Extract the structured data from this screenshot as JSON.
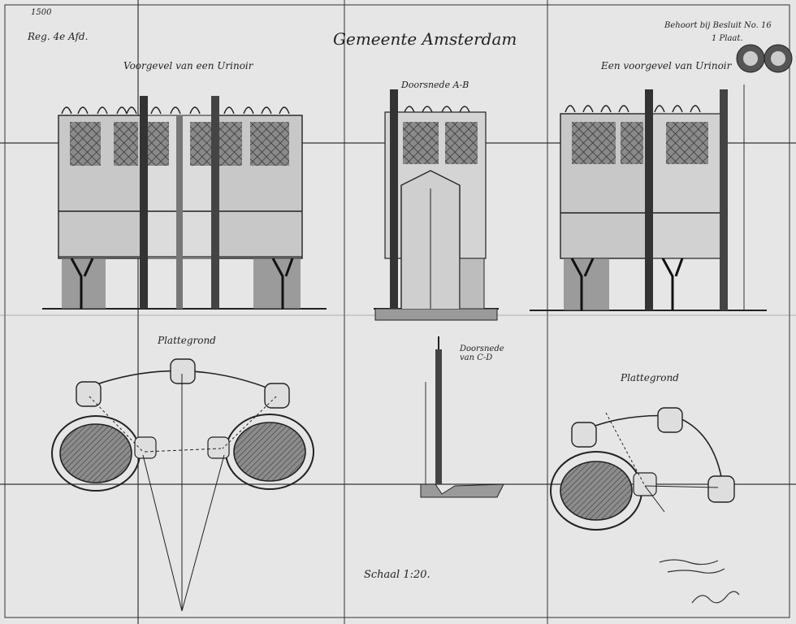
{
  "sheet": {
    "corner_number": "1500",
    "reg_ref": "Reg. 4e Afd.",
    "title": "Gemeente Amsterdam",
    "top_right_ref": "Behoort bij Besluit No. 16",
    "plate": "1 Plaat.",
    "scale": "Schaal 1:20.",
    "signature": "signature"
  },
  "views": {
    "front_left": "Voorgevel van een Urinoir",
    "section": "Doorsnede A-B",
    "front_right": "Een voorgevel van Urinoir",
    "plan_left": "Plattegrond",
    "plan_center": "Doorsnede van C-D",
    "plan_right": "Plattegrond"
  },
  "colors": {
    "paper": "#e6e6e6",
    "ink": "#1c1c1c",
    "wash": "#9c9c9c"
  }
}
